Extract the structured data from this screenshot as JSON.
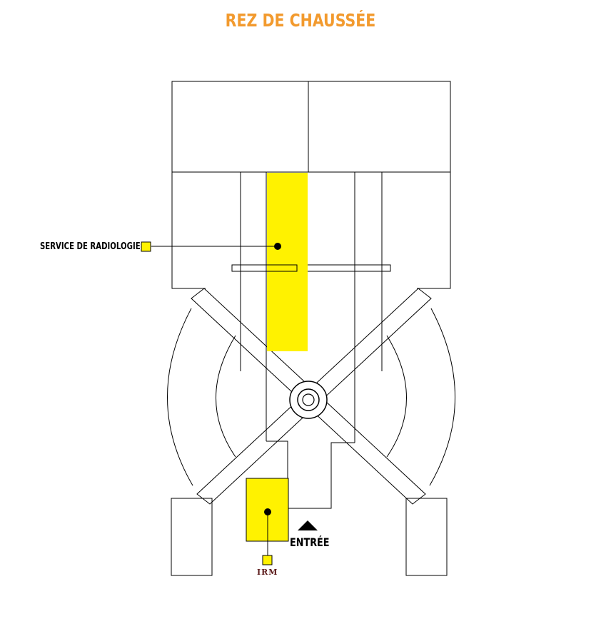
{
  "title": "REZ DE CHAUSSÉE",
  "colors": {
    "title": "#f29a2e",
    "highlight": "#fff200",
    "outline": "#000000",
    "irm_label": "#5b1a1a"
  },
  "labels": {
    "radiologie": "SERVICE DE RADIOLOGIE",
    "entree": "ENTRÉE",
    "irm": "IRM"
  }
}
